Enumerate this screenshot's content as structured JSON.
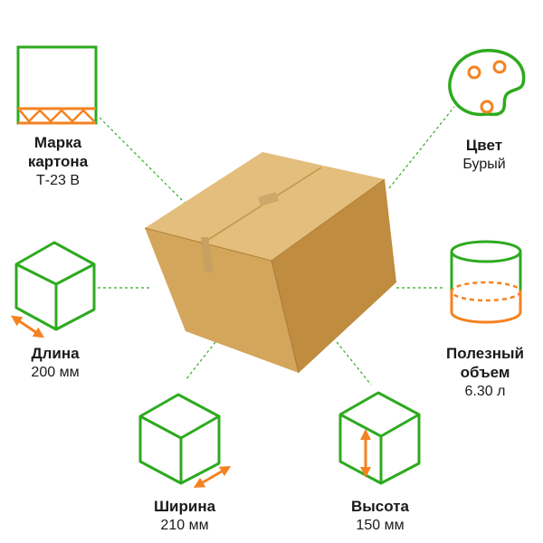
{
  "colors": {
    "green": "#2eaa1f",
    "orange": "#f58220",
    "cardboard": "#d8ac62"
  },
  "specs": {
    "marka": {
      "title_lines": [
        "Марка",
        "картона"
      ],
      "value": "Т-23 В",
      "icon": "corrugated-cardboard-icon"
    },
    "cvet": {
      "title": "Цвет",
      "value": "Бурый",
      "icon": "palette-icon"
    },
    "dlina": {
      "title": "Длина",
      "value": "200 мм",
      "icon": "cube-length-icon"
    },
    "obem": {
      "title_lines": [
        "Полезный",
        "объем"
      ],
      "value": "6.30 л",
      "icon": "cylinder-volume-icon"
    },
    "shirina": {
      "title": "Ширина",
      "value": "210 мм",
      "icon": "cube-width-icon"
    },
    "vysota": {
      "title": "Высота",
      "value": "150 мм",
      "icon": "cube-height-icon"
    }
  }
}
